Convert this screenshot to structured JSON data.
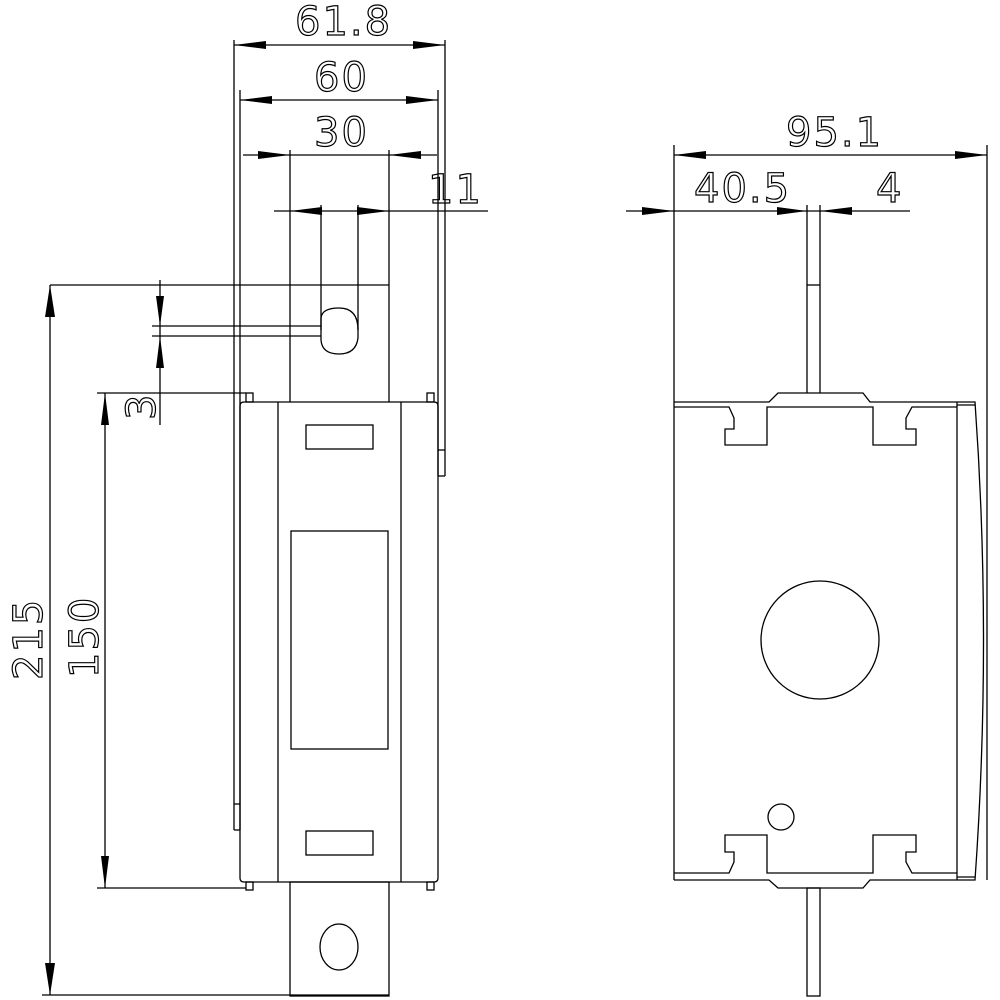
{
  "drawing": {
    "type": "technical-dimension-drawing",
    "units": "mm",
    "views": {
      "front": {
        "dimensions": {
          "overall_width_with_mount": "61.8",
          "body_width": "60",
          "terminal_width": "30",
          "terminal_hole_offset": "11",
          "slot_gap": "3",
          "overall_height": "215",
          "body_height": "150"
        }
      },
      "side": {
        "dimensions": {
          "overall_depth": "95.1",
          "terminal_offset": "40.5",
          "terminal_thickness": "4"
        }
      }
    }
  }
}
